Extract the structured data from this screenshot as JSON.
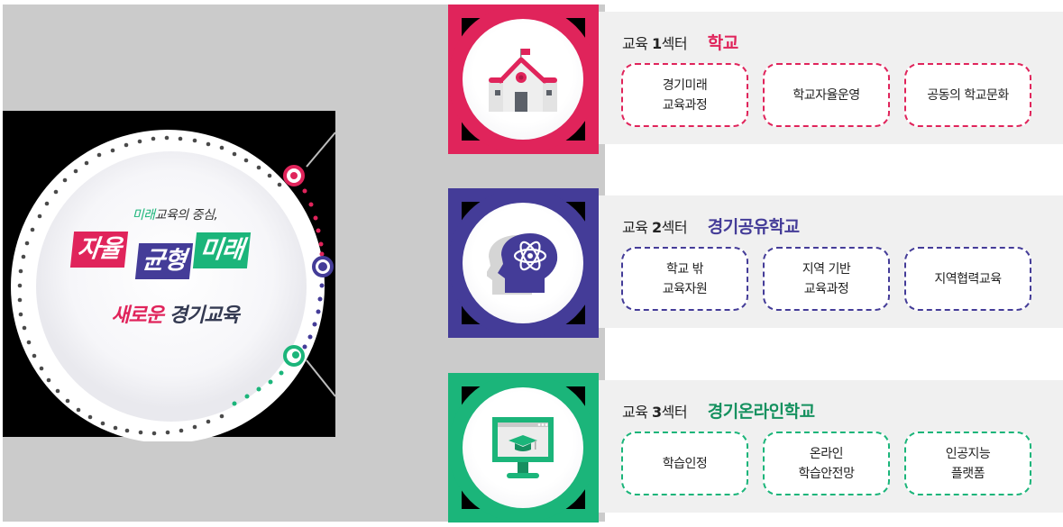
{
  "hub": {
    "subtitle_accent": "미래",
    "subtitle_rest": "교육의 중심,",
    "tags": [
      "자율",
      "균형",
      "미래"
    ],
    "bottom_accent": "새로운",
    "bottom_rest": "경기교육"
  },
  "colors": {
    "sector1": "#e0245b",
    "sector2": "#443c98",
    "sector3": "#1bb57a",
    "panel_bg": "#f0f0f0",
    "page_bg": "#cbcbcb",
    "dots": "#444444"
  },
  "sectors": [
    {
      "prefix": "교육 ",
      "number": "1",
      "suffix": "섹터",
      "name": "학교",
      "icon": "school-icon",
      "items": [
        "경기미래\n교육과정",
        "학교자율운영",
        "공동의 학교문화"
      ]
    },
    {
      "prefix": "교육 ",
      "number": "2",
      "suffix": "섹터",
      "name": "경기공유학교",
      "icon": "brain-atom-icon",
      "items": [
        "학교 밖\n교육자원",
        "지역 기반\n교육과정",
        "지역협력교육"
      ]
    },
    {
      "prefix": "교육 ",
      "number": "3",
      "suffix": "섹터",
      "name": "경기온라인학교",
      "icon": "online-learning-monitor-icon",
      "items": [
        "학습인정",
        "온라인\n학습안전망",
        "인공지능\n플랫폼"
      ]
    }
  ]
}
